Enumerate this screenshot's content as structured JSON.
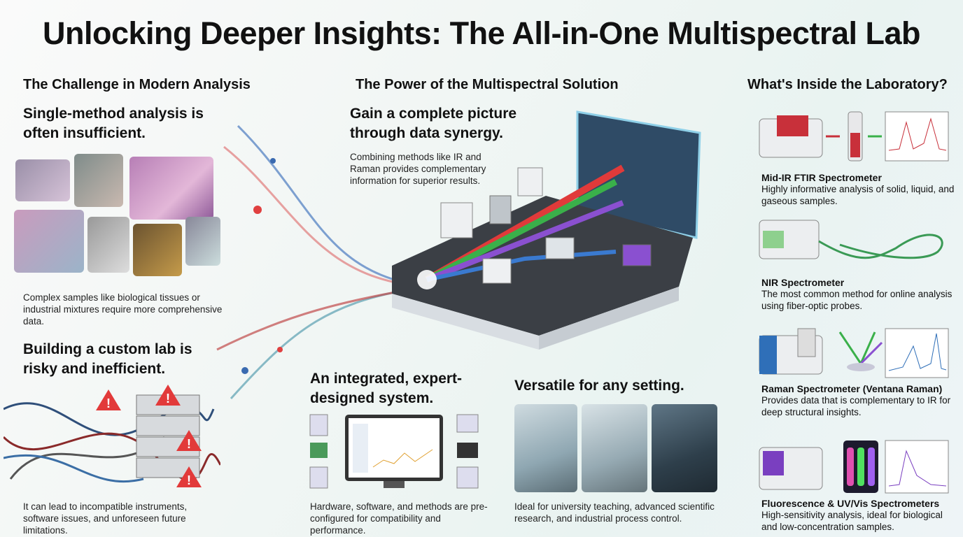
{
  "title": "Unlocking Deeper Insights: The All-in-One Multispectral Lab",
  "left": {
    "heading": "The Challenge in Modern Analysis",
    "block1": {
      "title": "Single-method analysis is often insufficient.",
      "text": "Complex samples like biological tissues or industrial mixtures require more comprehensive data."
    },
    "block2": {
      "title": "Building a custom lab is risky and inefficient.",
      "text": "It can lead to incompatible instruments, software issues, and unforeseen future limitations."
    }
  },
  "middle": {
    "heading": "The Power of the Multispectral Solution",
    "block1": {
      "title": "Gain a complete picture through data synergy.",
      "text": "Combining methods like IR and Raman provides complementary information for superior results."
    },
    "block2": {
      "title": "An integrated, expert-designed system.",
      "text": "Hardware, software, and methods are pre-configured for compatibility and performance."
    },
    "block3": {
      "title": "Versatile for any setting.",
      "text": "Ideal for university teaching, advanced scientific research, and industrial process control."
    }
  },
  "right": {
    "heading": "What's Inside the Laboratory?",
    "items": [
      {
        "title": "Mid-IR FTIR Spectrometer",
        "text": "Highly informative analysis of solid, liquid, and gaseous samples.",
        "color": "#c8303a"
      },
      {
        "title": "NIR Spectrometer",
        "text": "The most common method for online analysis using fiber-optic probes.",
        "color": "#3a9a55"
      },
      {
        "title": "Raman Spectrometer (Ventana Raman)",
        "text": "Provides data that is complementary to IR for deep structural insights.",
        "color": "#2f6fb8"
      },
      {
        "title": "Fluorescence & UV/Vis Spectrometers",
        "text": "High-sensitivity analysis, ideal for biological and low-concentration samples.",
        "color": "#7a3fc0"
      }
    ]
  }
}
